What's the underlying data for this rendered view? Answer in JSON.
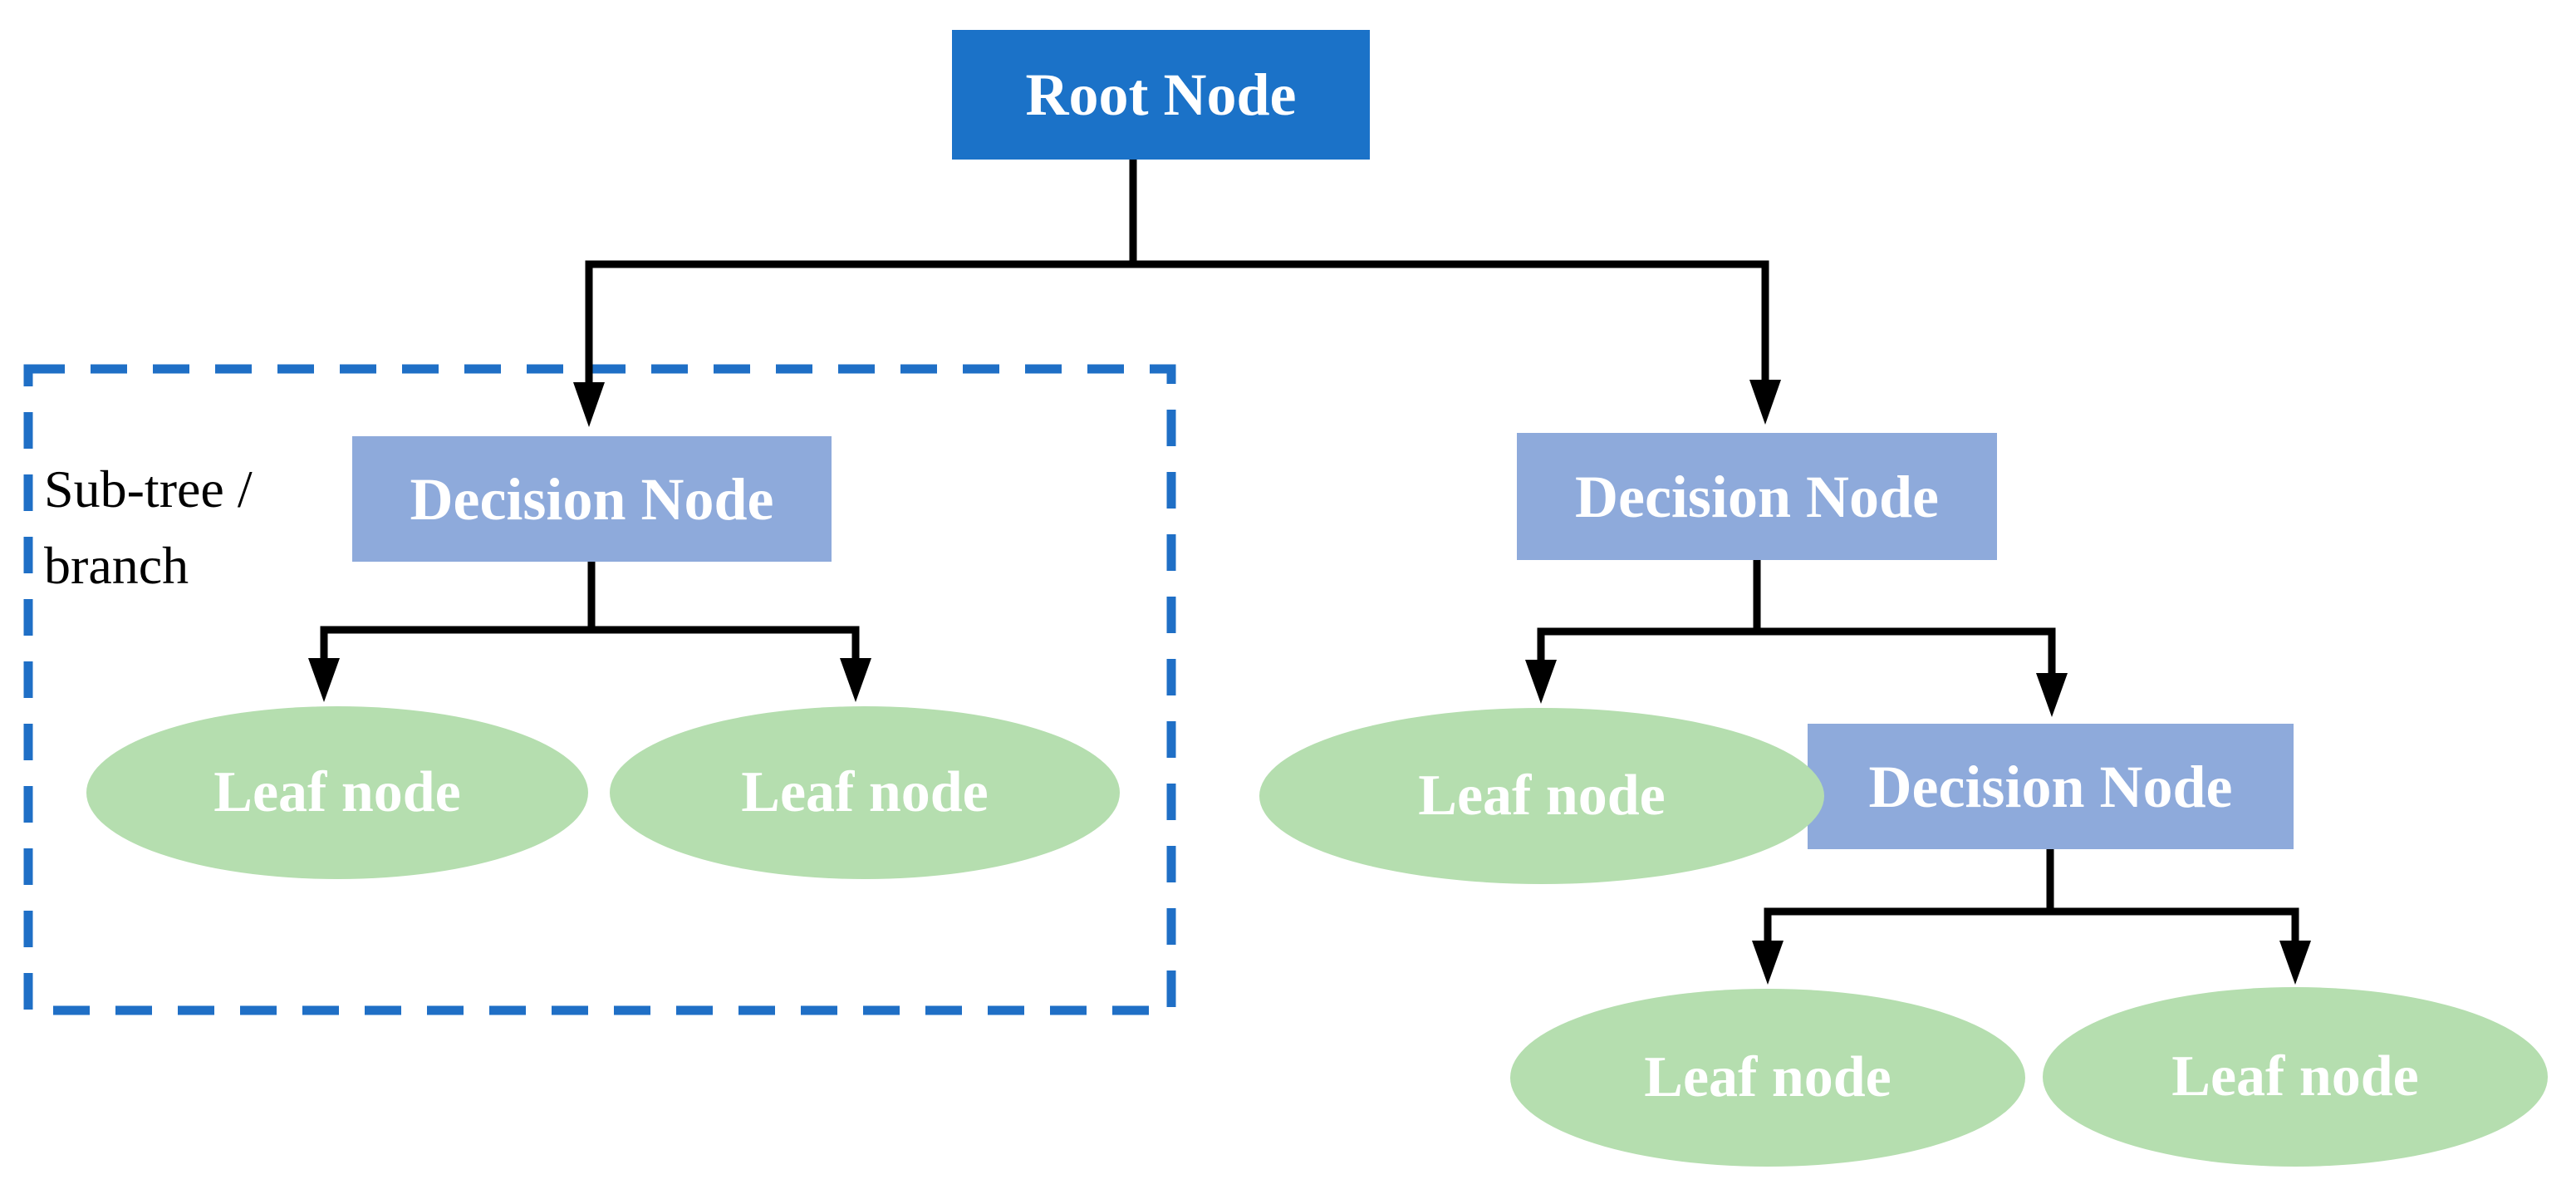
{
  "diagram_type": "decision-tree-flowchart",
  "nodes": [
    {
      "id": "root",
      "type": "root",
      "label": "Root Node"
    },
    {
      "id": "decision-left",
      "type": "decision",
      "label": "Decision Node"
    },
    {
      "id": "decision-right",
      "type": "decision",
      "label": "Decision Node"
    },
    {
      "id": "decision-right-child",
      "type": "decision",
      "label": "Decision Node"
    },
    {
      "id": "leaf-left-1",
      "type": "leaf",
      "label": "Leaf node"
    },
    {
      "id": "leaf-left-2",
      "type": "leaf",
      "label": "Leaf node"
    },
    {
      "id": "leaf-right-1",
      "type": "leaf",
      "label": "Leaf node"
    },
    {
      "id": "leaf-right-child-1",
      "type": "leaf",
      "label": "Leaf node"
    },
    {
      "id": "leaf-right-child-2",
      "type": "leaf",
      "label": "Leaf node"
    }
  ],
  "edges": [
    {
      "from": "root",
      "to": "decision-left"
    },
    {
      "from": "root",
      "to": "decision-right"
    },
    {
      "from": "decision-left",
      "to": "leaf-left-1"
    },
    {
      "from": "decision-left",
      "to": "leaf-left-2"
    },
    {
      "from": "decision-right",
      "to": "leaf-right-1"
    },
    {
      "from": "decision-right",
      "to": "decision-right-child"
    },
    {
      "from": "decision-right-child",
      "to": "leaf-right-child-1"
    },
    {
      "from": "decision-right-child",
      "to": "leaf-right-child-2"
    }
  ],
  "annotation": {
    "line1": "Sub-tree /",
    "line2": "branch",
    "refers_to": "dashed outline around left decision sub-tree"
  },
  "colors": {
    "background": "#FFFFFF",
    "root_node_fill": "#1B72C8",
    "decision_node_fill": "#8EAADB",
    "leaf_node_fill": "#B5DEAF",
    "node_text": "#FFFFFF",
    "annotation_text": "#000000",
    "connector": "#000000",
    "subtree_outline": "#1F6FC6"
  }
}
